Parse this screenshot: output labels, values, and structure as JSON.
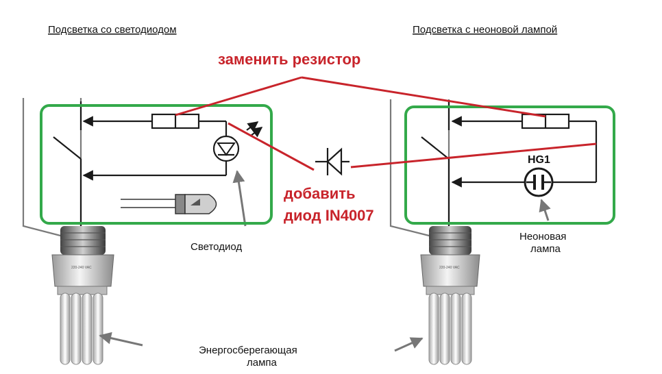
{
  "headers": {
    "left": "Подсветка со светодиодом",
    "right": "Подсветка с неоновой лампой"
  },
  "annotations": {
    "replace_resistor": "заменить резистор",
    "add_diode_line1": "добавить",
    "add_diode_line2": "диод IN4007"
  },
  "labels": {
    "led": "Светодиод",
    "neon_line1": "Неоновая",
    "neon_line2": "лампа",
    "hg1": "HG1",
    "cfl_line1": "Энергосберегающая",
    "cfl_line2": "лампа"
  },
  "colors": {
    "annotation": "#c8242b",
    "highlight_box": "#33a94a"
  }
}
